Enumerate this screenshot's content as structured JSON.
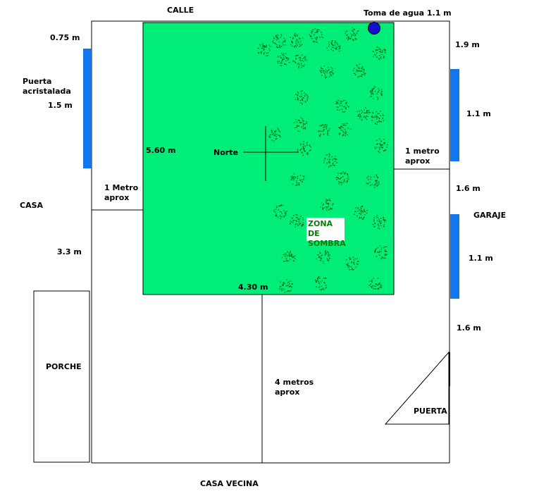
{
  "labels": {
    "calle": "CALLE",
    "water": "Toma de agua 1.1 m",
    "m075": "0.75 m",
    "puerta_acristalada": "Puerta acristalada",
    "m15": "1.5 m",
    "casa": "CASA",
    "metro_left": "1 Metro aprox",
    "m33": "3.3 m",
    "porche": "PORCHE",
    "m560": "5.60 m",
    "norte": "Norte",
    "zona": "ZONA DE SOMBRA",
    "m430": "4.30 m",
    "metros4": "4 metros aprox",
    "m19": "1.9 m",
    "m11_top": "1.1 m",
    "metro_right": "1 metro aprox",
    "m16_a": "1.6 m",
    "garaje": "GARAJE",
    "m11_bottom": "1.1 m",
    "m16_b": "1.6 m",
    "puerta": "PUERTA",
    "casa_vecina": "CASA VECINA"
  },
  "colors": {
    "lawn": "#00ee77",
    "door": "#1177ee",
    "water": "#1111cc",
    "shrub": "#0b6a0b",
    "zona_text": "#0b7a0b"
  },
  "icons": {
    "water": "water-tap-circle",
    "shrub": "shrub-dots",
    "north": "north-cross"
  }
}
